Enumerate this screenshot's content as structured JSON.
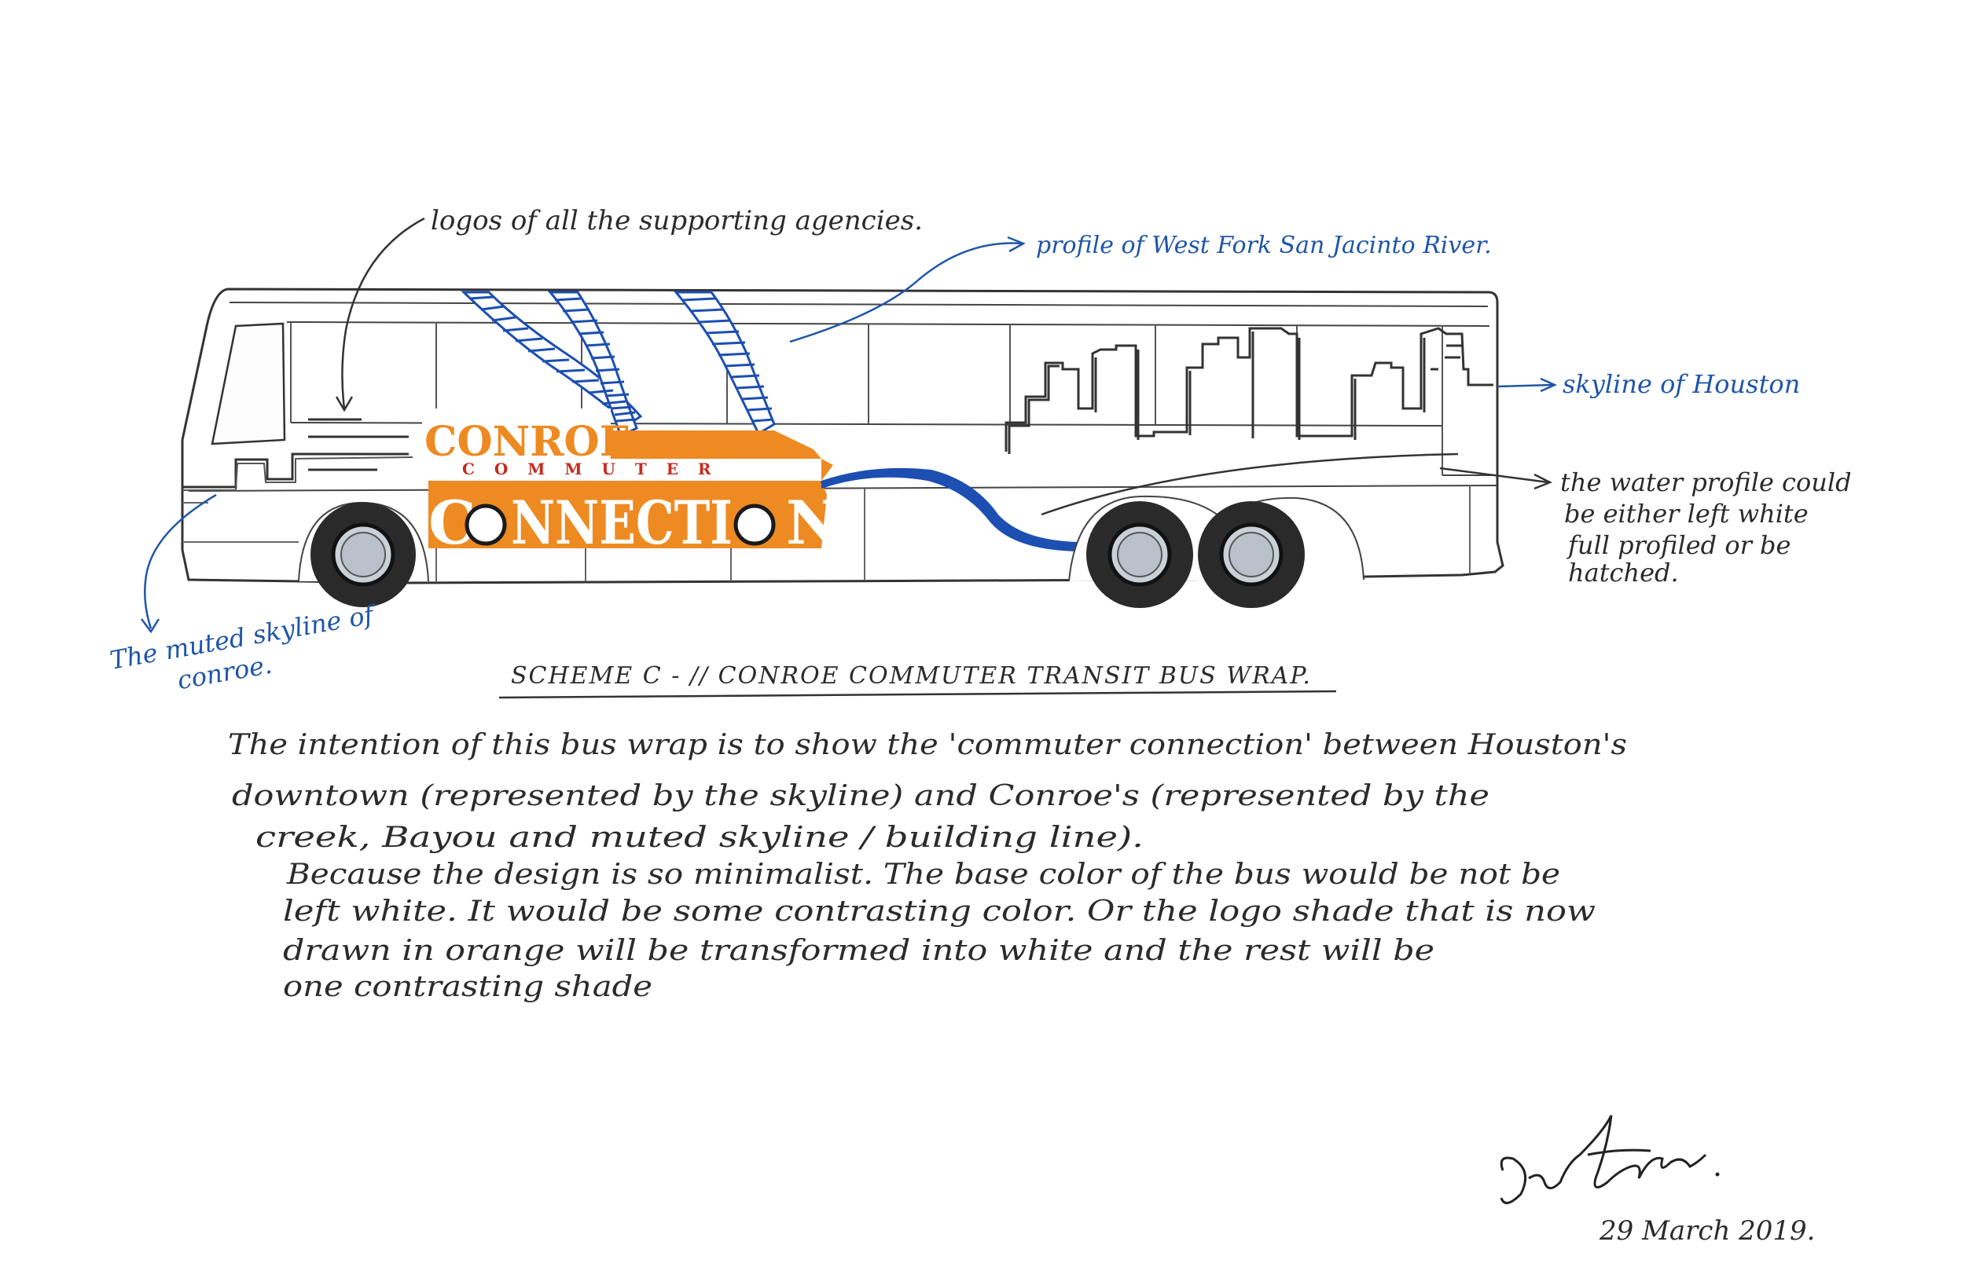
{
  "colors": {
    "ink": "#2b2b2b",
    "blue_ink": "#1f56a8",
    "brand_orange": "#ee8a22",
    "brand_red": "#c62b1e",
    "river_blue": "#1d4fb3",
    "tire": "#2a2a2a",
    "hub": "#c9d1d8"
  },
  "bus": {
    "logo_line1": "CONROE",
    "logo_line2": "C O M M U T E R",
    "logo_line3_part1": "C",
    "logo_line3_part2": "NNECTI",
    "logo_line3_part3": "N"
  },
  "annotations": {
    "logos": "logos of all the supporting agencies.",
    "river": "profile of West Fork San Jacinto River.",
    "skyline": "skyline of Houston",
    "water_line1": "the water profile could",
    "water_line2": "be either left white",
    "water_line3": "full profiled or be",
    "water_line4": "hatched.",
    "muted_line1": "The muted skyline of",
    "muted_line2": "conroe."
  },
  "title": "SCHEME C - // CONROE COMMUTER TRANSIT BUS WRAP.",
  "description": [
    "The intention of this bus wrap is to show the 'commuter connection' between Houston's",
    "downtown (represented by the skyline) and Conroe's (represented by the",
    "creek, Bayou and muted skyline / building line).",
    "Because the design is so minimalist. The base color of the bus would be not be",
    "left white. It would be some contrasting color. Or the logo shade that is now",
    "drawn in orange will be transformed into white and the rest will be",
    "one contrasting shade"
  ],
  "signature_date": "29 March 2019."
}
